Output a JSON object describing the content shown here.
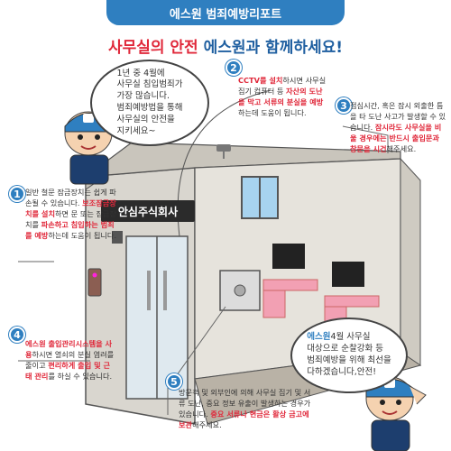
{
  "header": {
    "title": "에스원 범죄예방리포트"
  },
  "headline": {
    "highlight": "사무실의 안전",
    "rest": " 에스원과 함께하세요!"
  },
  "speech_top": {
    "text": "1년 중 4월에\n사무실 침입범죄가\n가장 많습니다.\n범죄예방법을 통해\n사무실의 안전을\n지키세요~"
  },
  "sign": {
    "text": "안심주식회사"
  },
  "tips": [
    {
      "num": "1",
      "parts": [
        {
          "t": "일반 철문 잠금장치는 쉽게 파손될 수 있습니다. ",
          "red": false
        },
        {
          "t": "보조잠금장치를 설치",
          "red": true
        },
        {
          "t": "하면 문 또는 잠금장치를 ",
          "red": false
        },
        {
          "t": "파손하고 침입하는 범죄를 예방",
          "red": true
        },
        {
          "t": "하는데 도움이 됩니다.",
          "red": false
        }
      ]
    },
    {
      "num": "2",
      "parts": [
        {
          "t": "CCTV를 설치",
          "red": true
        },
        {
          "t": "하시면 사무실 집기 컴퓨터 등 ",
          "red": false
        },
        {
          "t": "자산의 도난을 막고 서류의 분실을 예방",
          "red": true
        },
        {
          "t": "하는데 도움이 됩니다.",
          "red": false
        }
      ]
    },
    {
      "num": "3",
      "parts": [
        {
          "t": "점심시간, 혹은 잠시 외출한 틈을 타 도난 사고가 발생할 수 있습니다. ",
          "red": false
        },
        {
          "t": "잠시라도 사무실을 비울 경우에는 반드시 출입문과 창문을 시건",
          "red": true
        },
        {
          "t": "해주세요.",
          "red": false
        }
      ]
    },
    {
      "num": "4",
      "parts": [
        {
          "t": "에스원 출입관리시스템을 사용",
          "red": true
        },
        {
          "t": "하시면 열쇠의 분실 염려를 줄이고 ",
          "red": false
        },
        {
          "t": "편리하게 출입 및 근태 관리",
          "red": true
        },
        {
          "t": "를 하실 수 있습니다.",
          "red": false
        }
      ]
    },
    {
      "num": "5",
      "parts": [
        {
          "t": "방문객 및 외부인에 의해 사무실 집기 및 서류 도난, 중요 정보 유출이 발생하는 경우가 있습니다. ",
          "red": false
        },
        {
          "t": "중요 서류나 현금은 활상 금고에 보관",
          "red": true
        },
        {
          "t": "해주세요.",
          "red": false
        }
      ]
    }
  ],
  "speech_bottom": {
    "brand": "에스원",
    "text": "4월 사무실\n대상으로 순찰강화 등\n범죄예방을 위해 최선을\n다하겠습니다,안전!"
  },
  "colors": {
    "brand_blue": "#2f7fc0",
    "highlight_red": "#e0283a",
    "wall": "#d9d6cf",
    "floor": "#b9b2a6",
    "furniture_pink": "#f2a0b3"
  },
  "characters": {
    "guard_top": "security-guard-mascot",
    "guard_bottom": "saluting-guard-mascot"
  }
}
